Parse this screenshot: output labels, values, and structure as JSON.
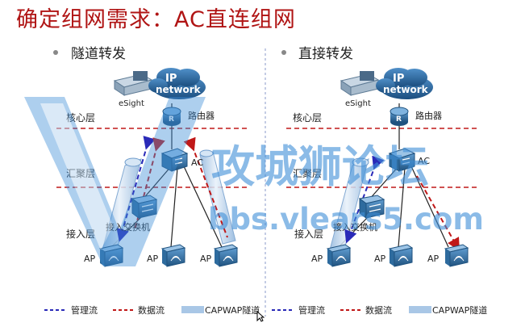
{
  "slide": {
    "title": "确定组网需求：AC直连组网"
  },
  "panels": [
    {
      "heading": "隧道转发",
      "ip_network": "IP",
      "ip_network_sub": "network",
      "esight": "eSight",
      "router": "路由器",
      "core_layer": "核心层",
      "aggregation_layer": "汇聚层",
      "access_layer": "接入层",
      "access_switch": "接入交换机",
      "ac": "AC",
      "ap_left": "AP",
      "ap_mid": "AP",
      "ap_right": "AP"
    },
    {
      "heading": "直接转发",
      "ip_network": "IP",
      "ip_network_sub": "network",
      "esight": "eSight",
      "router": "路由器",
      "core_layer": "核心层",
      "aggregation_layer": "汇聚层",
      "access_layer": "接入层",
      "access_switch": "接入交换机",
      "ac": "AC",
      "ap_left": "AP",
      "ap_mid": "AP",
      "ap_right": "AP"
    }
  ],
  "legend": {
    "management_flow": "管理流",
    "data_flow": "数据流",
    "capwap_tunnel": "CAPWAP隧道",
    "management_flow_2": "管理流",
    "data_flow_2": "数据流",
    "capwap_tunnel_2": "CAPWAP隧道"
  },
  "watermark": {
    "text": "攻城狮论坛",
    "url": "bbs.vlears5.com"
  },
  "colors": {
    "title": "#b01414",
    "management_flow": "#2a2ab8",
    "data_flow": "#c01818",
    "tunnel": "#a9c7e6",
    "device": "#2e6b9e",
    "layer_line": "#c01818",
    "divider": "#8a98c8",
    "watermark": "#3f8fd8"
  }
}
